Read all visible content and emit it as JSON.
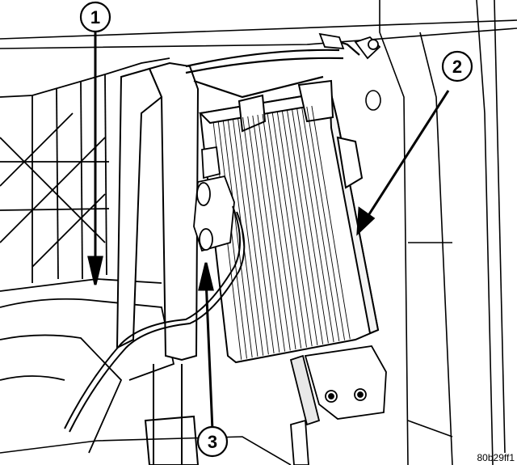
{
  "callouts": [
    {
      "label": "1"
    },
    {
      "label": "2"
    },
    {
      "label": "3"
    }
  ],
  "figure_id": "80b29ff1",
  "colors": {
    "ink": "#000000",
    "paper": "#ffffff"
  }
}
